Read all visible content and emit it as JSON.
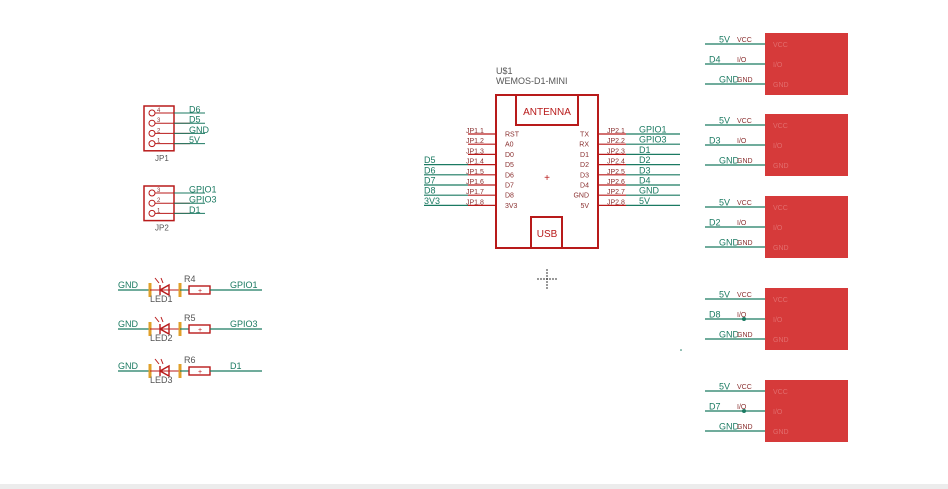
{
  "colors": {
    "part": "#b81a1a",
    "net": "#1b7a62",
    "pin": "#b81a1a",
    "pin_text": "#8a3030",
    "module_fill": "#d63a3a",
    "module_text": "#e26d6d",
    "led_body": "#e0a02a"
  },
  "wemos": {
    "name": "U$1",
    "value": "WEMOS-D1-MINI",
    "antenna_label": "ANTENNA",
    "usb_label": "USB",
    "left_pins": [
      {
        "pad": "JP1.1",
        "label": "RST",
        "net": ""
      },
      {
        "pad": "JP1.2",
        "label": "A0",
        "net": ""
      },
      {
        "pad": "JP1.3",
        "label": "D0",
        "net": ""
      },
      {
        "pad": "JP1.4",
        "label": "D5",
        "net": "D5"
      },
      {
        "pad": "JP1.5",
        "label": "D6",
        "net": "D6"
      },
      {
        "pad": "JP1.6",
        "label": "D7",
        "net": "D7"
      },
      {
        "pad": "JP1.7",
        "label": "D8",
        "net": "D8"
      },
      {
        "pad": "JP1.8",
        "label": "3V3",
        "net": "3V3"
      }
    ],
    "right_pins": [
      {
        "pad": "JP2.1",
        "label": "TX",
        "net": "GPIO1"
      },
      {
        "pad": "JP2.2",
        "label": "RX",
        "net": "GPIO3"
      },
      {
        "pad": "JP2.3",
        "label": "D1",
        "net": "D1"
      },
      {
        "pad": "JP2.4",
        "label": "D2",
        "net": "D2"
      },
      {
        "pad": "JP2.5",
        "label": "D3",
        "net": "D3"
      },
      {
        "pad": "JP2.6",
        "label": "D4",
        "net": "D4"
      },
      {
        "pad": "JP2.7",
        "label": "GND",
        "net": "GND"
      },
      {
        "pad": "JP2.8",
        "label": "5V",
        "net": "5V"
      }
    ]
  },
  "headers": [
    {
      "name": "JP1",
      "pins": [
        {
          "num": "4",
          "net": "D6"
        },
        {
          "num": "3",
          "net": "D5"
        },
        {
          "num": "2",
          "net": "GND"
        },
        {
          "num": "1",
          "net": "5V"
        }
      ]
    },
    {
      "name": "JP2",
      "pins": [
        {
          "num": "3",
          "net": "GPIO1"
        },
        {
          "num": "2",
          "net": "GPIO3"
        },
        {
          "num": "1",
          "net": "D1"
        }
      ]
    }
  ],
  "led_rows": [
    {
      "gnd": "GND",
      "led": "LED1",
      "resistor": "R4",
      "net": "GPIO1"
    },
    {
      "gnd": "GND",
      "led": "LED2",
      "resistor": "R5",
      "net": "GPIO3"
    },
    {
      "gnd": "GND",
      "led": "LED3",
      "resistor": "R6",
      "net": "D1"
    }
  ],
  "modules": [
    {
      "nets": [
        "5V",
        "D4",
        "GND"
      ],
      "pins": [
        "VCC",
        "I/O",
        "GND"
      ]
    },
    {
      "nets": [
        "5V",
        "D3",
        "GND"
      ],
      "pins": [
        "VCC",
        "I/O",
        "GND"
      ]
    },
    {
      "nets": [
        "5V",
        "D2",
        "GND"
      ],
      "pins": [
        "VCC",
        "I/O",
        "GND"
      ]
    },
    {
      "nets": [
        "5V",
        "D8",
        "GND"
      ],
      "pins": [
        "VCC",
        "I/O",
        "GND"
      ]
    },
    {
      "nets": [
        "5V",
        "D7",
        "GND"
      ],
      "pins": [
        "VCC",
        "I/O",
        "GND"
      ]
    }
  ]
}
